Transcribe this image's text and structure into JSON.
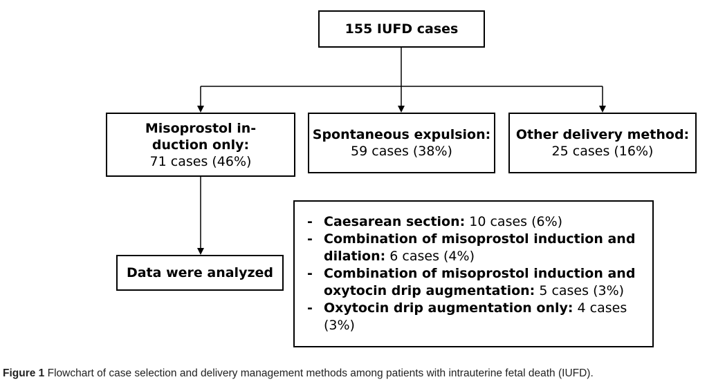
{
  "diagram": {
    "top": {
      "label": "155 IUFD cases"
    },
    "misoprostol": {
      "title": "Misoprostol in-\nduction only:",
      "count": "71 cases (46%)"
    },
    "spontaneous": {
      "title": "Spontaneous expulsion:",
      "count": "59 cases (38%)"
    },
    "other": {
      "title": "Other delivery method:",
      "count": "25 cases (16%)"
    },
    "analyzed": {
      "label": "Data were analyzed"
    },
    "details": [
      {
        "dash": "-",
        "bold": "Caesarean section:",
        "rest": " 10 cases (6%)"
      },
      {
        "dash": "-",
        "bold": "Combination of misoprostol induction and dilation:",
        "rest": " 6 cases (4%)"
      },
      {
        "dash": "-",
        "bold": "Combination of misoprostol induction and oxytocin drip augmentation:",
        "rest": " 5 cases (3%)"
      },
      {
        "dash": "-",
        "bold": "Oxytocin drip augmentation only:",
        "rest": " 4 cases (3%)"
      }
    ]
  },
  "caption": {
    "label": "Figure 1",
    "text": " Flowchart of case selection and delivery management methods among patients with intrauterine fetal death (IUFD)."
  }
}
